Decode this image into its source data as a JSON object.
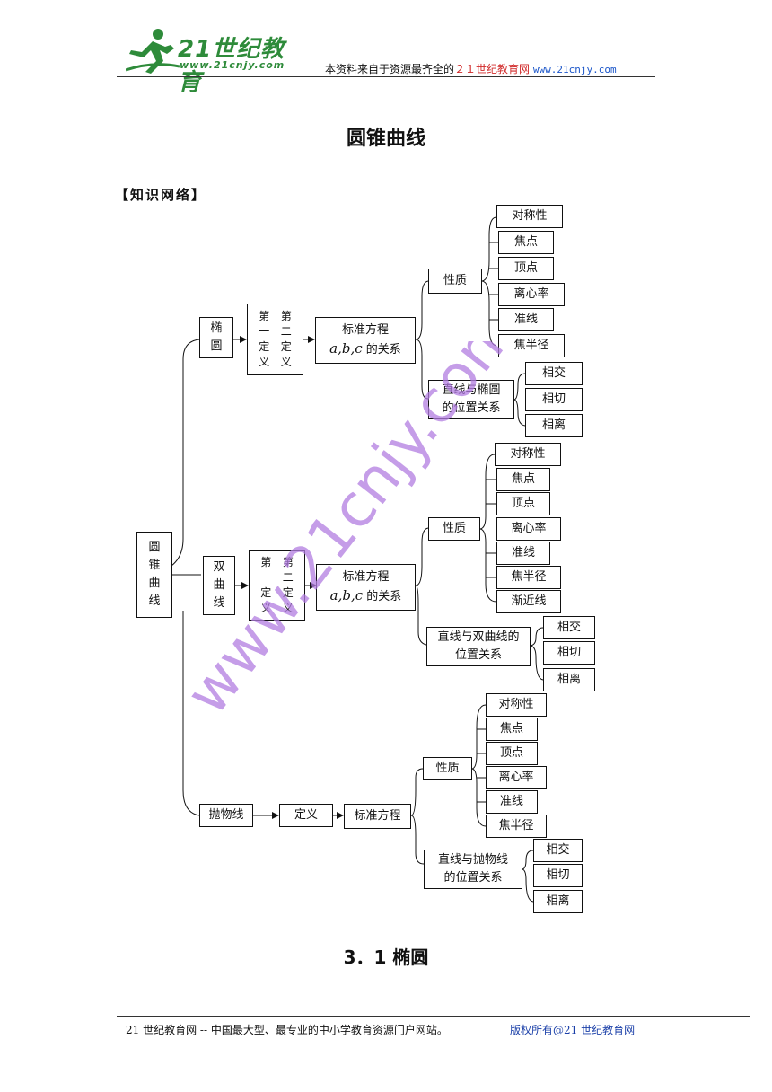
{
  "header": {
    "logo_text": "21世纪教育",
    "logo_url": "www.21cnjy.com",
    "tagline_prefix": "本资料来自于资源最齐全的",
    "tagline_site": "２１世纪教育网",
    "tagline_url": "www.21cnjy.com"
  },
  "page_title": "圆锥曲线",
  "section_label": "【知识网络】",
  "root": {
    "chars": [
      "圆",
      "锥",
      "曲",
      "线"
    ]
  },
  "ellipse": {
    "name": [
      "椭",
      "圆"
    ],
    "def_col1": [
      "第",
      "一",
      "定",
      "义"
    ],
    "def_col2": [
      "第",
      "二",
      "定",
      "义"
    ],
    "eq_line1": "标准方程",
    "eq_vars": "a,b,c",
    "eq_suffix": "的关系",
    "props_label": "性质",
    "props": [
      "对称性",
      "焦点",
      "顶点",
      "离心率",
      "准线",
      "焦半径"
    ],
    "relation_label_1": "直线与椭圆",
    "relation_label_2": "的位置关系",
    "relations": [
      "相交",
      "相切",
      "相离"
    ]
  },
  "hyperbola": {
    "name": [
      "双",
      "曲",
      "线"
    ],
    "def_col1": [
      "第",
      "一",
      "定",
      "义"
    ],
    "def_col2": [
      "第",
      "二",
      "定",
      "义"
    ],
    "eq_line1": "标准方程",
    "eq_vars": "a,b,c",
    "eq_suffix": "的关系",
    "props_label": "性质",
    "props": [
      "对称性",
      "焦点",
      "顶点",
      "离心率",
      "准线",
      "焦半径",
      "渐近线"
    ],
    "relation_label_1": "直线与双曲线的",
    "relation_label_2": "位置关系",
    "relations": [
      "相交",
      "相切",
      "相离"
    ]
  },
  "parabola": {
    "name": "抛物线",
    "def": "定义",
    "eq": "标准方程",
    "props_label": "性质",
    "props": [
      "对称性",
      "焦点",
      "顶点",
      "离心率",
      "准线",
      "焦半径"
    ],
    "relation_label_1": "直线与抛物线",
    "relation_label_2": "的位置关系",
    "relations": [
      "相交",
      "相切",
      "相离"
    ]
  },
  "section_heading": "3．1 椭圆",
  "watermark_text": "www.21cnjy.com",
  "footer": {
    "left": "21 世纪教育网 -- 中国最大型、最专业的中小学教育资源门户网站。",
    "right": "版权所有@21 世纪教育网"
  },
  "colors": {
    "logo_green": "#2e8b3a",
    "site_red": "#d12a2a",
    "url_blue": "#1a55c9",
    "watermark": "#b27ce0"
  }
}
